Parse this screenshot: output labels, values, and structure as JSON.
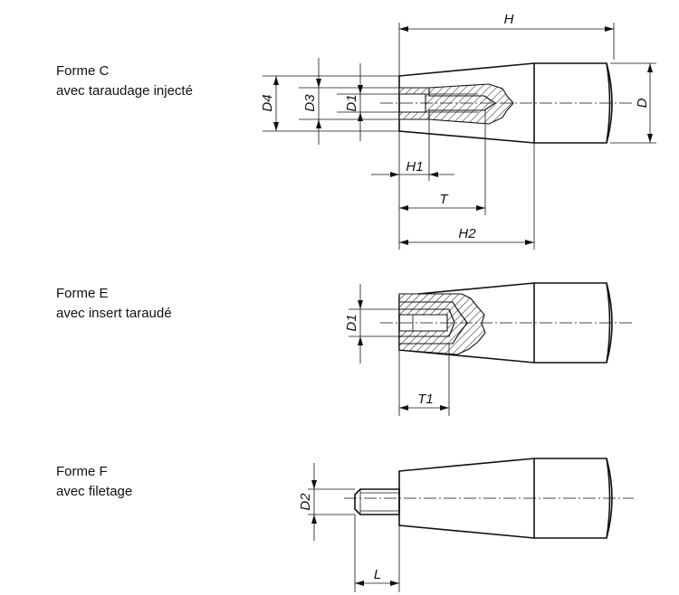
{
  "forms": [
    {
      "title": "Forme C",
      "subtitle": "avec taraudage injecté",
      "dimensions": [
        "H",
        "D",
        "D4",
        "D3",
        "D1",
        "H1",
        "T",
        "H2"
      ]
    },
    {
      "title": "Forme E",
      "subtitle": "avec insert taraudé",
      "dimensions": [
        "D1",
        "T1"
      ]
    },
    {
      "title": "Forme F",
      "subtitle": "avec filetage",
      "dimensions": [
        "D2",
        "L"
      ]
    }
  ]
}
